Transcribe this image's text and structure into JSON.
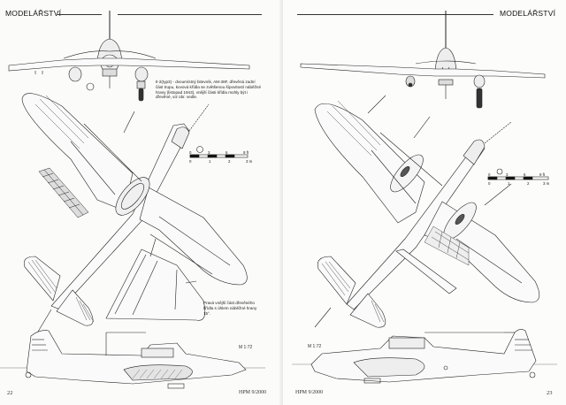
{
  "spread": {
    "left_page": {
      "running_head": "MODELÁŘSTVÍ",
      "page_number": "22",
      "magazine_issue": "HPM 9/2000",
      "caption_main": "Il-2(typ3) - dvoumístný bitevník, AM-38F, dřevěná zadní část trupu, kovová křídla se zvětšenou šípovitostí náběžné hrany (listopad 1943), vnější části křídla mohly být i dřevěné, viz obr. vedle.",
      "caption_wing": "Pravá vnější část dřevěného křídla s úhlem náběžné hrany 15°.",
      "scale_label": "M 1:72",
      "scale_bar": {
        "feet_ticks": [
          "0",
          "3",
          "6",
          "9 ft"
        ],
        "meter_ticks": [
          "0",
          "1",
          "2",
          "3 m"
        ]
      },
      "drawings": [
        "front-view",
        "top-view",
        "outer-wing-panel-detail",
        "side-view"
      ]
    },
    "right_page": {
      "running_head": "MODELÁŘSTVÍ",
      "page_number": "23",
      "magazine_issue": "HPM 9/2000",
      "scale_label": "M 1:72",
      "scale_bar": {
        "feet_ticks": [
          "0",
          "3",
          "6",
          "9 ft"
        ],
        "meter_ticks": [
          "0",
          "1",
          "2",
          "3 m"
        ]
      },
      "drawings": [
        "front-view",
        "bottom-view",
        "flap-detail",
        "side-view"
      ]
    }
  }
}
